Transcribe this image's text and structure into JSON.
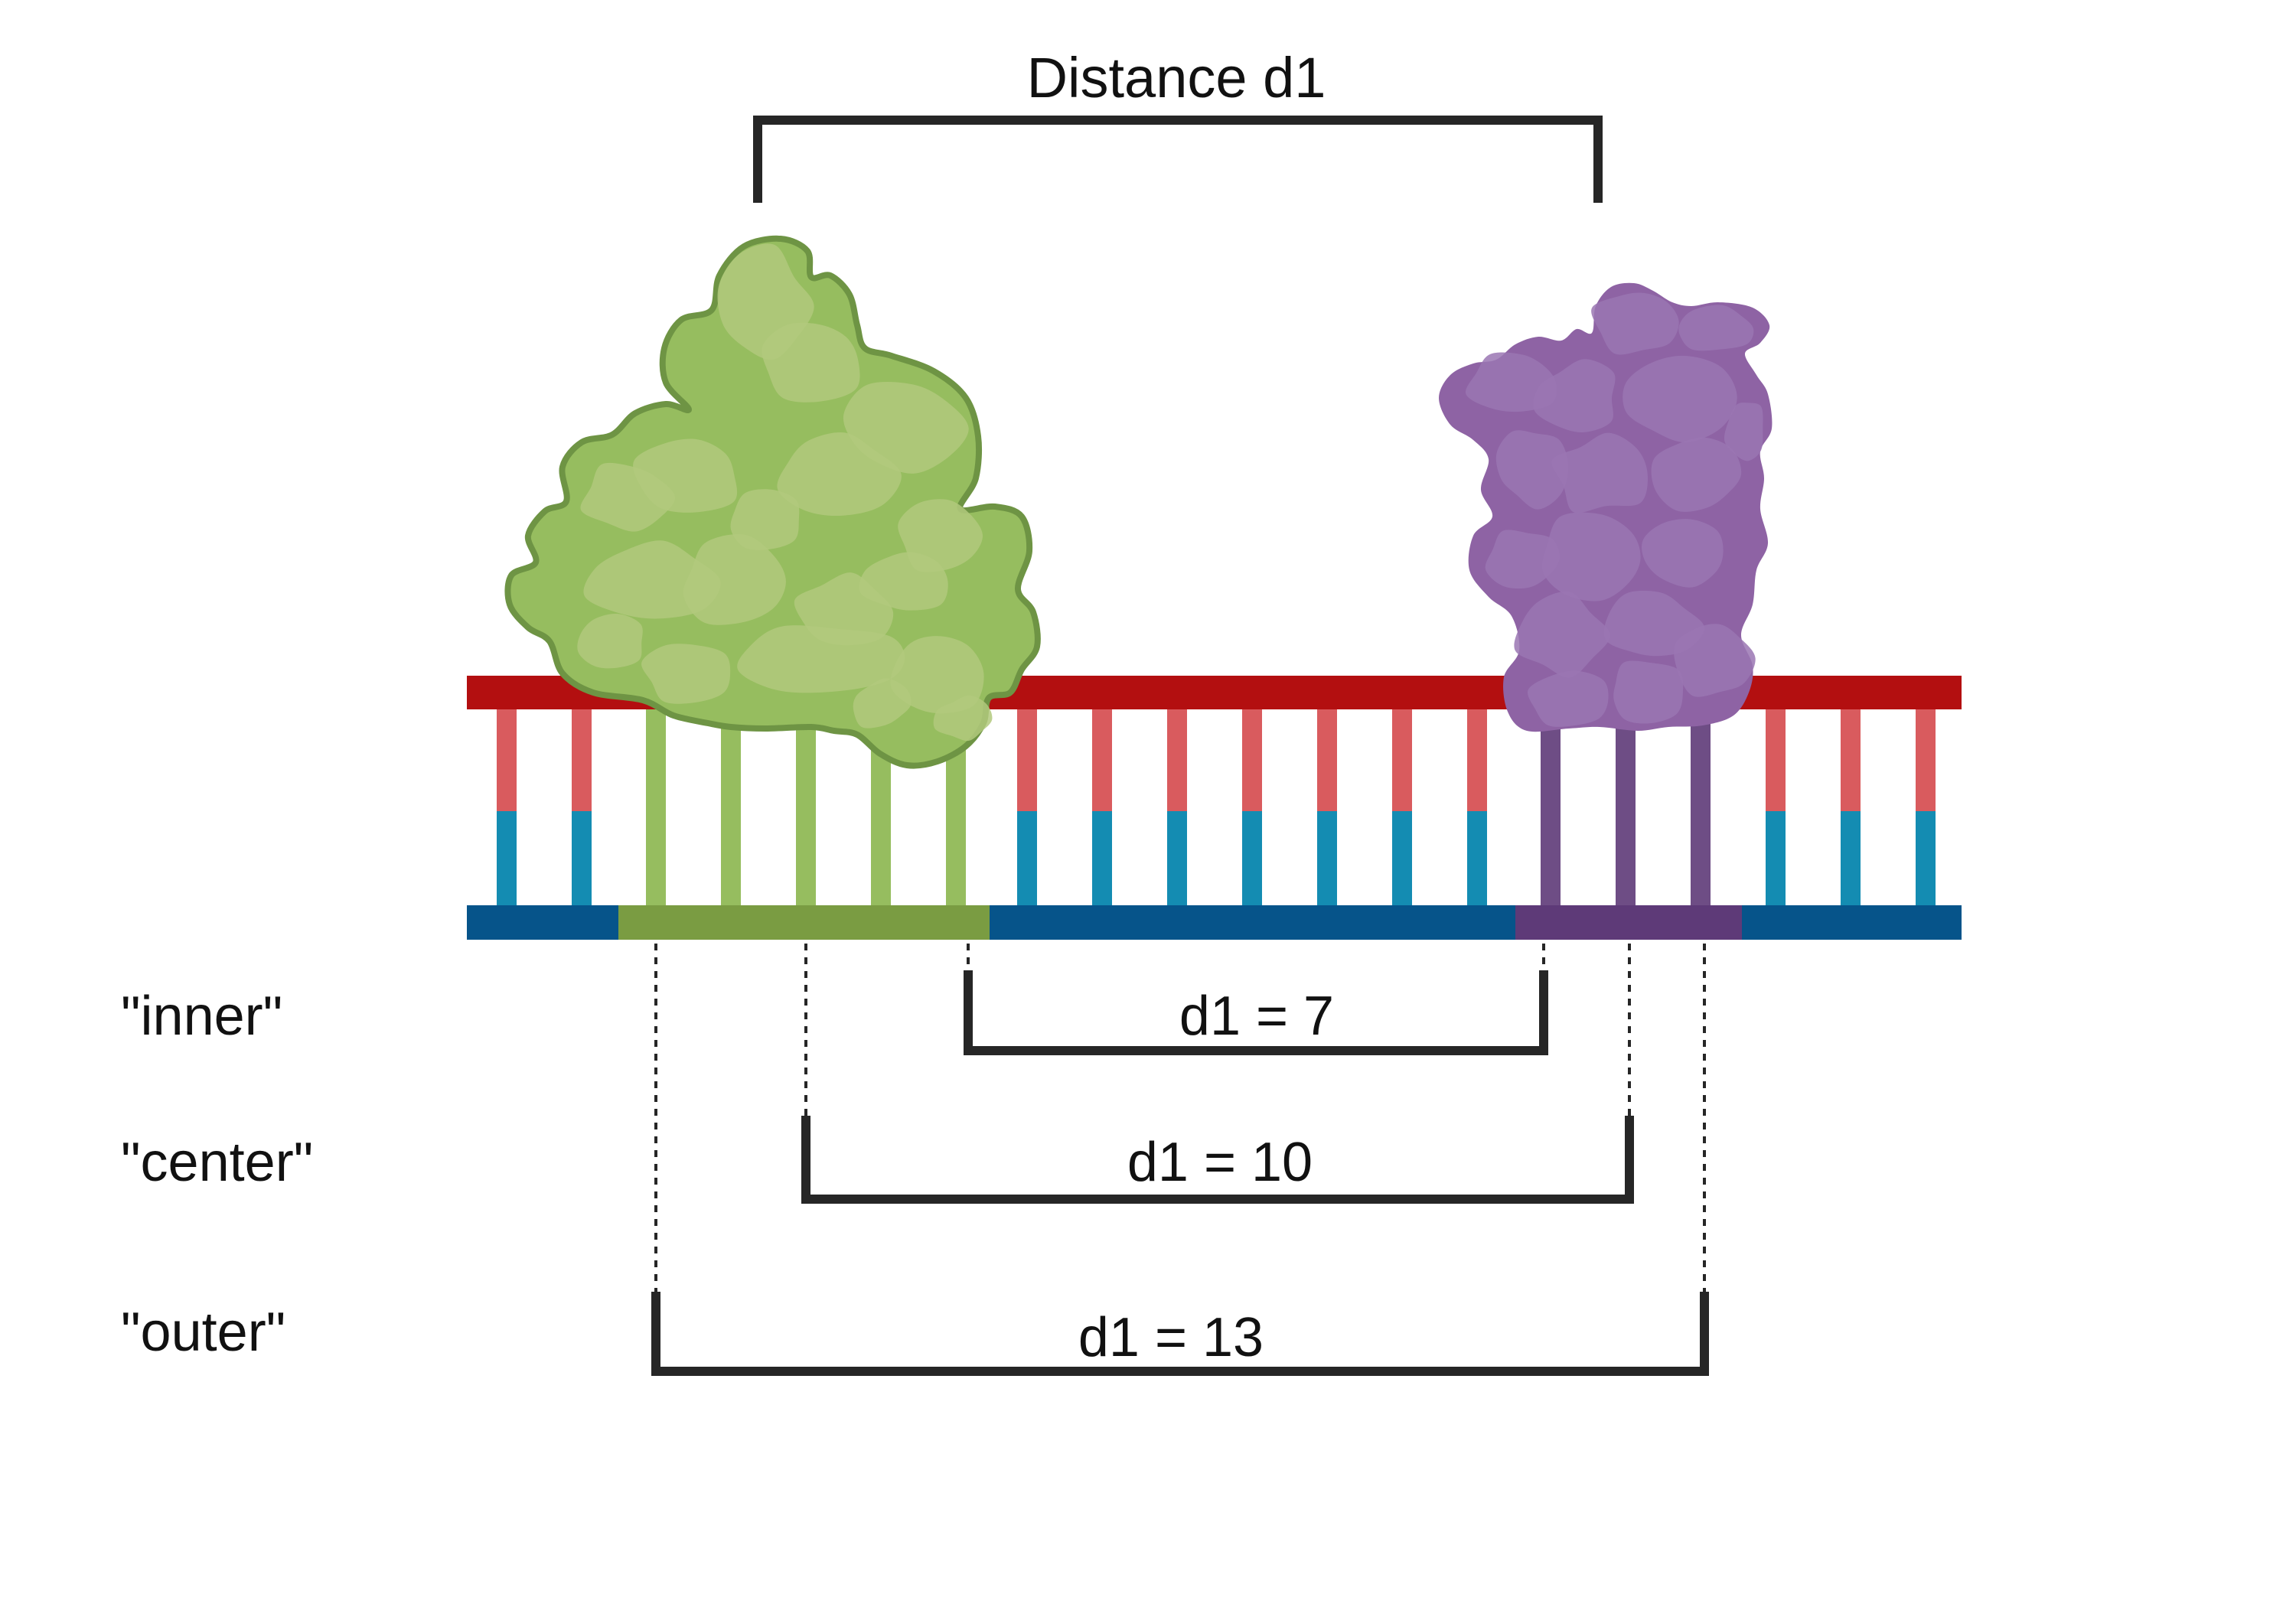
{
  "diagram": {
    "title": "Distance d1",
    "modes": [
      {
        "label": "\"inner\"",
        "measure": "d1 = 7"
      },
      {
        "label": "\"center\"",
        "measure": "d1 = 10"
      },
      {
        "label": "\"outer\"",
        "measure": "d1 = 13"
      }
    ]
  },
  "colors": {
    "backbone_top": "#b30f10",
    "backbone_bottom": "#06548a",
    "rung_top": "#d95b5e",
    "rung_bottom": "#148cb2",
    "protein_green": "#96bd5f",
    "protein_green_light": "#b2c97c",
    "protein_green_outline": "#6e9444",
    "footprint_green": "#7a9c42",
    "protein_purple": "#8e63a4",
    "protein_purple_light": "#9a76b3",
    "footprint_purple": "#5e3a78",
    "bracket": "#262626"
  },
  "icons": {
    "green_protein": "green-protein-icon",
    "purple_protein": "purple-protein-icon"
  }
}
